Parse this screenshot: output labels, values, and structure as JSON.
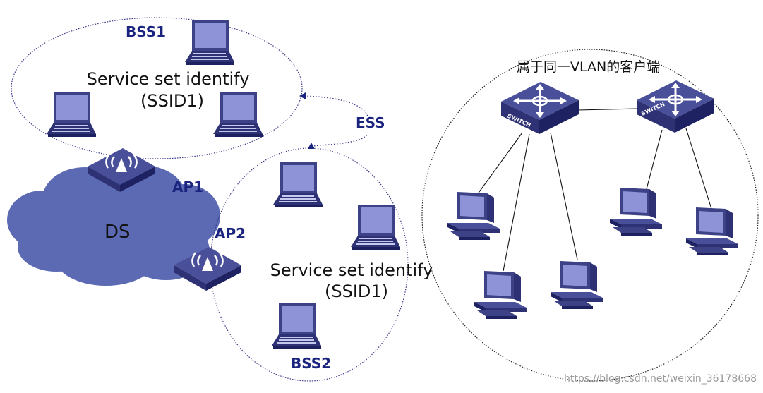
{
  "labels": {
    "bss1": "BSS1",
    "bss2": "BSS2",
    "ssid1_line1": "Service set identify",
    "ssid1_line2": "(SSID1)",
    "ssid2_line1": "Service set identify",
    "ssid2_line2": "(SSID1)",
    "ess": "ESS",
    "ap1": "AP1",
    "ap2": "AP2",
    "ds": "DS",
    "vlan_title": "属于同一VLAN的客户端",
    "switch_label": "SWITCH",
    "watermark": "https://blog.csdn.net/weixin_36178668"
  },
  "colors": {
    "device_dark": "#2e3274",
    "device_mid": "#4a4f9a",
    "device_light": "#7b80c4",
    "screen": "#8d93d6",
    "cloud": "#5b6ab3",
    "ellipse_stroke": "#3a3a8c",
    "label_blue": "#1a237e"
  },
  "icons": {
    "laptop": "laptop-icon",
    "access_point": "access-point-icon",
    "switch": "switch-icon",
    "desktop": "desktop-computer-icon",
    "cloud": "cloud-icon"
  }
}
